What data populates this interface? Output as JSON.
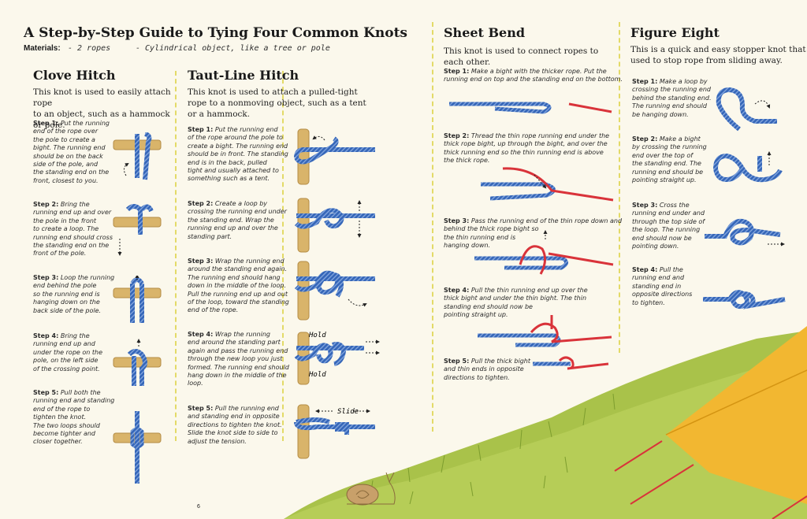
{
  "header": {
    "title": "A Step-by-Step Guide to Tying Four Common Knots",
    "materials_label": "Materials:",
    "materials": [
      "- 2 ropes",
      "- Cylindrical object, like a tree or pole"
    ]
  },
  "sections": {
    "clove": {
      "title": "Clove Hitch",
      "intro": [
        "This knot is used to easily attach rope",
        "to an object, such as a hammock or pole."
      ],
      "steps": [
        {
          "label": "Step 1:",
          "lines": [
            "Put the running",
            "end of the rope over",
            "the pole to create a",
            "bight. The running end",
            "should be on the back",
            "side of the pole, and",
            "the standing end on the",
            "front, closest to you."
          ]
        },
        {
          "label": "Step 2:",
          "lines": [
            "Bring the",
            "running end up and over",
            "the pole in the front",
            "to create a loop. The",
            "running end should cross",
            "the standing end on the",
            "front of the pole."
          ]
        },
        {
          "label": "Step 3:",
          "lines": [
            "Loop the running",
            "end behind the pole",
            "so the running end is",
            "hanging down on the",
            "back side of the pole."
          ]
        },
        {
          "label": "Step 4:",
          "lines": [
            "Bring the",
            "running end up and",
            "under the rope on the",
            "pole, on the left side",
            "of the crossing point."
          ]
        },
        {
          "label": "Step 5:",
          "lines": [
            "Pull both the",
            "running end and standing",
            "end of the rope to",
            "tighten the knot.",
            "The two loops should",
            "become tighter and",
            "closer together."
          ]
        }
      ]
    },
    "taut": {
      "title": "Taut-Line Hitch",
      "intro": [
        "This knot is used to attach a pulled-tight",
        "rope to a nonmoving object, such as a tent",
        "or a hammock."
      ],
      "steps": [
        {
          "label": "Step 1:",
          "lines": [
            "Put the running end",
            "of the rope around the pole to",
            "create a bight. The running end",
            "should be in front. The standing",
            "end is in the back, pulled",
            "tight and usually attached to",
            "something such as a tent."
          ]
        },
        {
          "label": "Step 2:",
          "lines": [
            "Create a loop by",
            "crossing the running end under",
            "the standing end. Wrap the",
            "running end up and over the",
            "standing part."
          ]
        },
        {
          "label": "Step 3:",
          "lines": [
            "Wrap the running end",
            "around the standing end again.",
            "The running end should hang",
            "down in the middle of the loop.",
            "Pull the running end up and out",
            "of the loop, toward the standing",
            "end of the rope."
          ]
        },
        {
          "label": "Step 4:",
          "lines": [
            "Wrap the running",
            "end around the standing part",
            "again and pass the running end",
            "through the new loop you just",
            "formed. The running end should",
            "hang down in the middle of the",
            "loop."
          ]
        },
        {
          "label": "Step 5:",
          "lines": [
            "Pull the running end",
            "and standing end in opposite",
            "directions to tighten the knot.",
            "Slide the knot side to side to",
            "adjust the tension."
          ]
        }
      ],
      "labels": {
        "hold": "Hold",
        "slide": "Slide"
      }
    },
    "sheet": {
      "title": "Sheet Bend",
      "intro": [
        "This knot is used to connect ropes to each other."
      ],
      "steps": [
        {
          "label": "Step 1:",
          "lines": [
            "Make a bight with the thicker rope. Put the",
            "running end on top and the standing end on the bottom."
          ]
        },
        {
          "label": "Step 2:",
          "lines": [
            "Thread the thin rope running end under the",
            "thick rope bight, up through the bight, and over the",
            "thick running end so the thin running end is above",
            "the thick rope."
          ]
        },
        {
          "label": "Step 3:",
          "lines": [
            "Pass the running end of the thin rope down and",
            "behind the thick rope bight so",
            "the thin running end is",
            "hanging down."
          ]
        },
        {
          "label": "Step 4:",
          "lines": [
            "Pull the thin running end up over the",
            "thick bight and under the thin bight. The thin",
            "standing end should now be",
            "pointing straight up."
          ]
        },
        {
          "label": "Step 5:",
          "lines": [
            "Pull the thick bight",
            "and thin ends in opposite",
            "directions to tighten."
          ]
        }
      ]
    },
    "figure": {
      "title": "Figure Eight",
      "intro": [
        "This is a quick and easy stopper knot that is",
        "used to stop rope from sliding away."
      ],
      "steps": [
        {
          "label": "Step 1:",
          "lines": [
            "Make a loop by",
            "crossing the running end",
            "behind the standing end.",
            "The running end should",
            "be hanging down."
          ]
        },
        {
          "label": "Step 2:",
          "lines": [
            "Make a bight",
            "by crossing the running",
            "end over the top of",
            "the standing end. The",
            "running end should be",
            "pointing straight up."
          ]
        },
        {
          "label": "Step 3:",
          "lines": [
            "Cross the",
            "running end under and",
            "through the top side of",
            "the loop. The running",
            "end should now be",
            "pointing down."
          ]
        },
        {
          "label": "Step 4:",
          "lines": [
            "Pull the",
            "running end and",
            "standing end in",
            "opposite directions",
            "to tighten."
          ]
        }
      ]
    }
  },
  "page_number": "6",
  "colors": {
    "rope_blue": "#3566b8",
    "rope_red": "#d9333a",
    "pole": "#d9b46a",
    "dash": "#e3da67",
    "grass": "#a9c24a",
    "tent": "#f2b731"
  }
}
